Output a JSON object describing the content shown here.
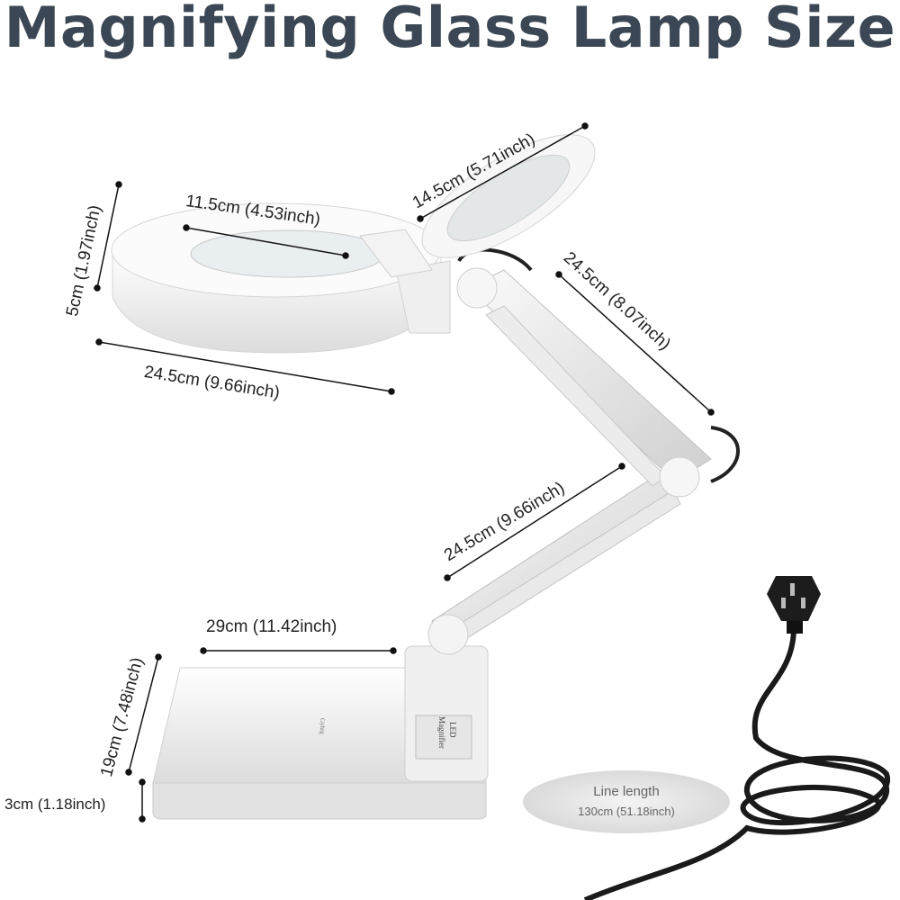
{
  "title": "Magnifying Glass Lamp Size",
  "dimensions": {
    "lens_outer_depth": "14.5cm (5.71inch)",
    "lens_inner": "11.5cm (4.53inch)",
    "head_height": "5cm (1.97inch)",
    "head_width": "24.5cm (9.66inch)",
    "upper_arm": "24.5cm (8.07inch)",
    "lower_arm": "24.5cm (9.66inch)",
    "base_width": "29cm (11.42inch)",
    "base_depth": "19cm (7.48inch)",
    "base_height": "3cm (1.18inch)"
  },
  "cable": {
    "label": "Line length",
    "value": "130cm (51.18inch)"
  },
  "product_labels": {
    "base_logo": "Gyhrg",
    "led_tag_1": "LED",
    "led_tag_2": "Magnifier"
  },
  "colors": {
    "title": "#3b4754",
    "lamp_body": "#f2f2f2",
    "cable": "#1a1a1a"
  }
}
